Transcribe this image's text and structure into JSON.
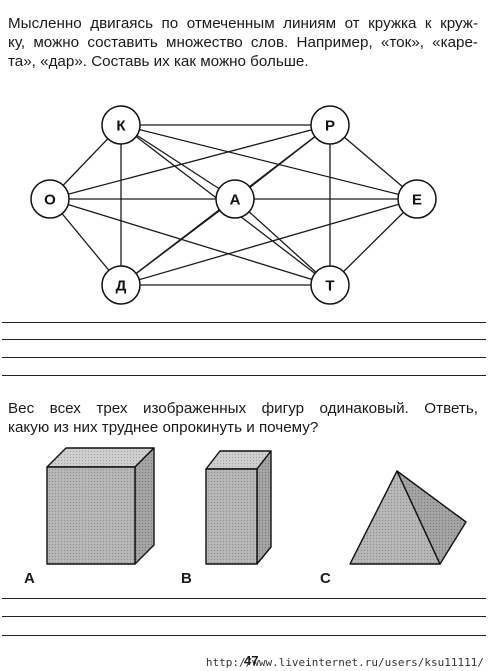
{
  "task1": {
    "lines": [
      "Мысленно двигаясь по отмеченным линиям от кружка к круж-",
      "ку, можно составить множество слов. Например, «ток», «каре-",
      "та», «дар». Составь их как можно больше."
    ]
  },
  "graph": {
    "nodes": [
      {
        "id": "K",
        "letter": "К"
      },
      {
        "id": "R",
        "letter": "Р"
      },
      {
        "id": "O",
        "letter": "О"
      },
      {
        "id": "A",
        "letter": "А"
      },
      {
        "id": "E",
        "letter": "Е"
      },
      {
        "id": "D",
        "letter": "Д"
      },
      {
        "id": "T",
        "letter": "Т"
      }
    ]
  },
  "task2": {
    "lines": [
      "Вес всех трех изображенных фигур одинаковый. Ответь,",
      "какую из них труднее опрокинуть и почему?"
    ]
  },
  "figures": {
    "a_label": "А",
    "b_label": "В",
    "c_label": "С"
  },
  "footer": {
    "page_number": "47",
    "url": "http://www.liveinternet.ru/users/ksu11111/"
  }
}
